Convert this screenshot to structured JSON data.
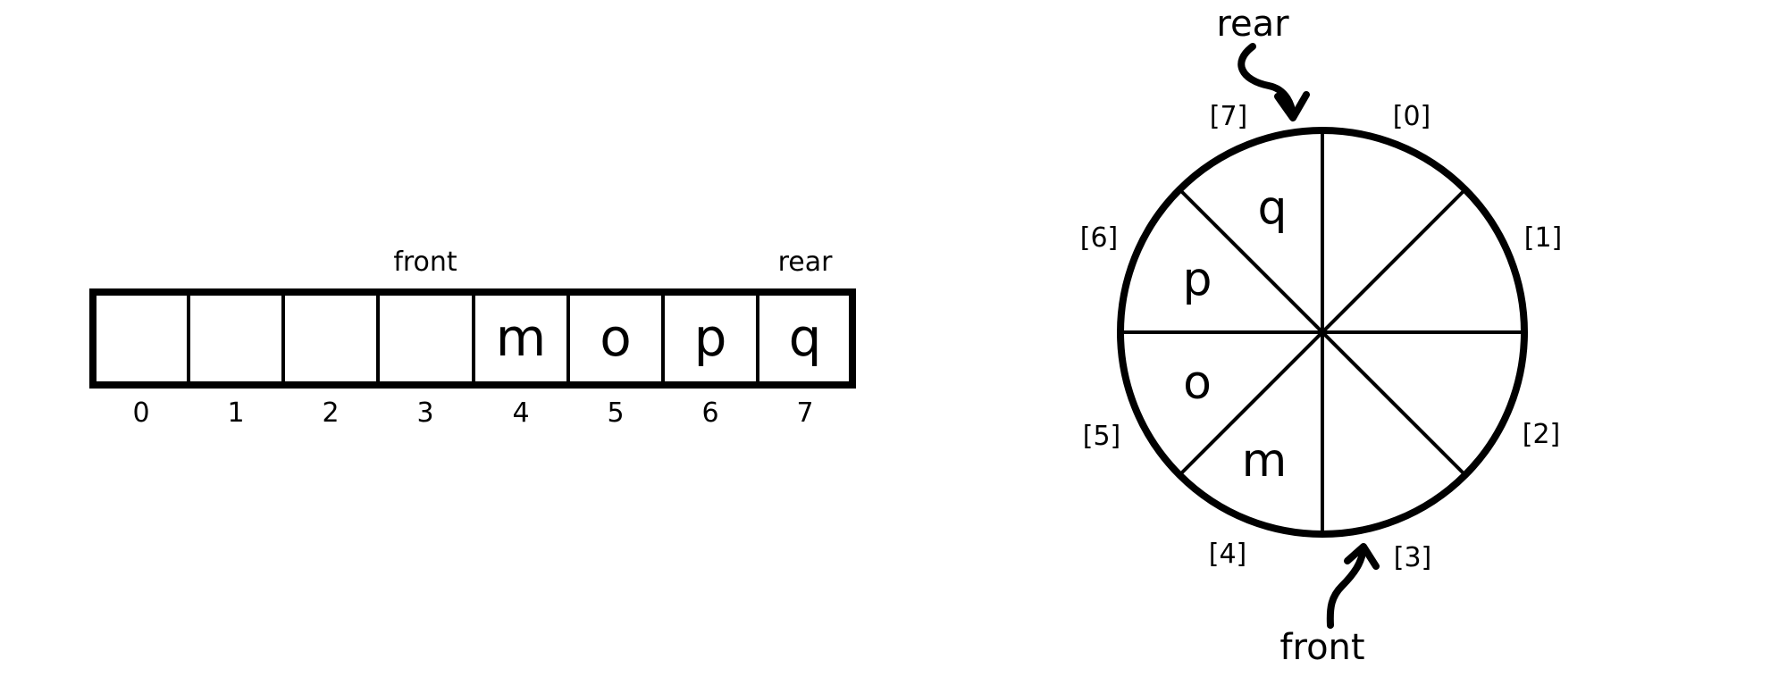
{
  "array": {
    "indices": [
      "0",
      "1",
      "2",
      "3",
      "4",
      "5",
      "6",
      "7"
    ],
    "cells": [
      "",
      "",
      "",
      "",
      "m",
      "o",
      "p",
      "q"
    ],
    "front_label": "front",
    "rear_label": "rear"
  },
  "circle": {
    "slot_labels": [
      "[0]",
      "[1]",
      "[2]",
      "[3]",
      "[4]",
      "[5]",
      "[6]",
      "[7]"
    ],
    "slot_values": [
      "",
      "",
      "",
      "",
      "m",
      "o",
      "p",
      "q"
    ],
    "front_label": "front",
    "rear_label": "rear"
  }
}
